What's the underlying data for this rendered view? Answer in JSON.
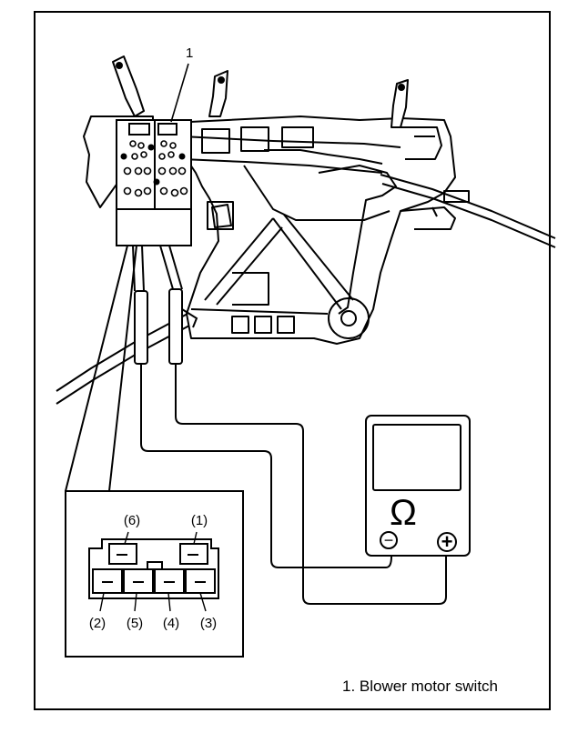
{
  "callout": {
    "number": "1"
  },
  "caption": {
    "text": "1.  Blower motor switch"
  },
  "meter": {
    "symbol": "Ω",
    "negative": "−",
    "positive": "+"
  },
  "connector": {
    "top_pins": [
      "(6)",
      "(1)"
    ],
    "bottom_pins": [
      "(2)",
      "(5)",
      "(4)",
      "(3)"
    ]
  }
}
